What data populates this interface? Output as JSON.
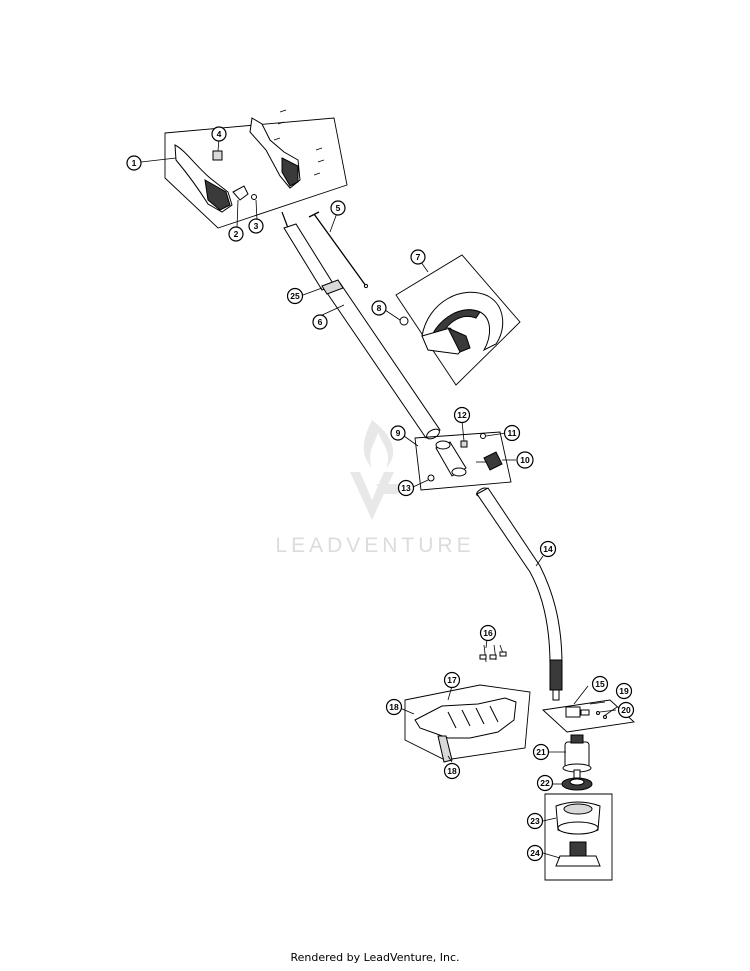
{
  "watermark": "LEADVENTURE",
  "footer": "Rendered by LeadVenture, Inc.",
  "callouts": [
    "1",
    "2",
    "3",
    "4",
    "5",
    "6",
    "7",
    "8",
    "9",
    "10",
    "11",
    "12",
    "13",
    "14",
    "15",
    "16",
    "17",
    "18",
    "18",
    "19",
    "20",
    "21",
    "22",
    "23",
    "24",
    "25"
  ]
}
